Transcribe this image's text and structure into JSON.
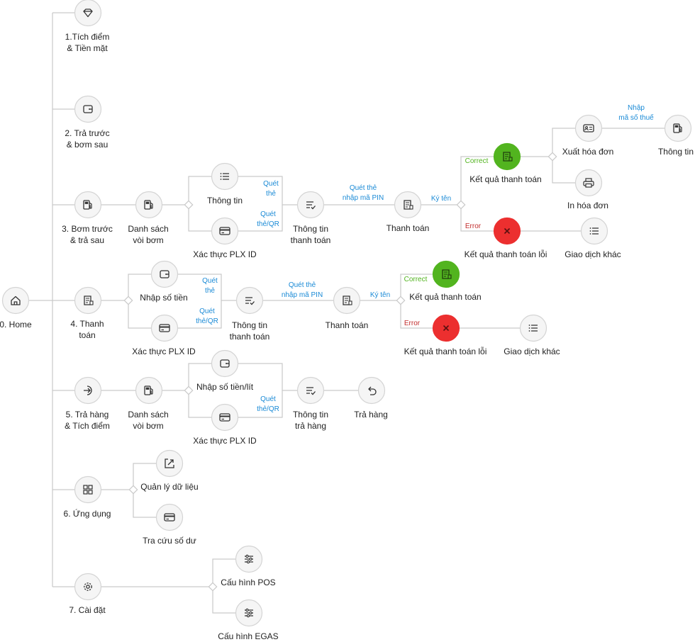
{
  "colors": {
    "success": "#52b41f",
    "error": "#ec2f2f",
    "edge_label": "#1a8ad6",
    "edge": "#c9c9c9",
    "node": "#f5f5f5"
  },
  "nodes": {
    "home": {
      "label": "0. Home",
      "icon": "home-icon"
    },
    "n1": {
      "label": "1.Tích điểm\n& Tiền mặt",
      "icon": "diamond-icon"
    },
    "n2": {
      "label": "2. Trả trước\n& bơm sau",
      "icon": "wallet-icon"
    },
    "n3": {
      "label": "3. Bơm trước\n& trả sau",
      "icon": "fuel-pump-icon"
    },
    "n3_pumps": {
      "label": "Danh sách\nvòi bơm",
      "icon": "fuel-pump-icon"
    },
    "n3_info": {
      "label": "Thông tin",
      "icon": "list-icon"
    },
    "n3_plx": {
      "label": "Xác thực PLX ID",
      "icon": "card-icon"
    },
    "n3_payinfo": {
      "label": "Thông tin\nthanh toán",
      "icon": "checklist-icon"
    },
    "n3_pay": {
      "label": "Thanh toán",
      "icon": "receipt-icon"
    },
    "n3_ok": {
      "label": "Kết quả thanh toán",
      "icon": "receipt-icon"
    },
    "n3_err": {
      "label": "Kết quả thanh toán lỗi",
      "icon": "close-icon"
    },
    "n3_other": {
      "label": "Giao dịch khác",
      "icon": "list-icon"
    },
    "n3_inv": {
      "label": "Xuất hóa đơn",
      "icon": "id-card-icon"
    },
    "n3_print": {
      "label": "In hóa đơn",
      "icon": "printer-icon"
    },
    "n3_infoend": {
      "label": "Thông tin",
      "icon": "fuel-pump-icon"
    },
    "n4": {
      "label": "4. Thanh\ntoán",
      "icon": "receipt-icon"
    },
    "n4_amount": {
      "label": "Nhập số tiền",
      "icon": "wallet-icon"
    },
    "n4_plx": {
      "label": "Xác thực PLX ID",
      "icon": "card-icon"
    },
    "n4_payinfo": {
      "label": "Thông tin\nthanh toán",
      "icon": "checklist-icon"
    },
    "n4_pay": {
      "label": "Thanh toán",
      "icon": "receipt-icon"
    },
    "n4_ok": {
      "label": "Kết quả thanh toán",
      "icon": "receipt-icon"
    },
    "n4_err": {
      "label": "Kết quả thanh toán lỗi",
      "icon": "close-icon"
    },
    "n4_other": {
      "label": "Giao dịch khác",
      "icon": "list-icon"
    },
    "n5": {
      "label": "5. Trả hàng\n& Tích điểm",
      "icon": "return-in-icon"
    },
    "n5_pumps": {
      "label": "Danh sách\nvòi bơm",
      "icon": "fuel-pump-icon"
    },
    "n5_amount": {
      "label": "Nhập số tiền/lít",
      "icon": "wallet-icon"
    },
    "n5_plx": {
      "label": "Xác thực PLX ID",
      "icon": "card-icon"
    },
    "n5_retinfo": {
      "label": "Thông tin\ntrả hàng",
      "icon": "checklist-icon"
    },
    "n5_ret": {
      "label": "Trả hàng",
      "icon": "undo-icon"
    },
    "n6": {
      "label": "6. Ứng dụng",
      "icon": "grid-icon"
    },
    "n6_data": {
      "label": "Quản lý dữ liệu",
      "icon": "upload-icon"
    },
    "n6_balance": {
      "label": "Tra cứu số dư",
      "icon": "card-icon"
    },
    "n7": {
      "label": "7. Cài đặt",
      "icon": "gear-icon"
    },
    "n7_pos": {
      "label": "Cấu hình POS",
      "icon": "sliders-icon"
    },
    "n7_egas": {
      "label": "Cấu hình EGAS",
      "icon": "sliders-icon"
    }
  },
  "edge_labels": {
    "scan_card": "Quét\nthẻ",
    "scan_card_qr": "Quét\nthẻ/QR",
    "scan_pin": "Quét thẻ\nnhập mã PIN",
    "sign": "Ký tên",
    "correct": "Correct",
    "error": "Error",
    "tax_code": "Nhập\nmã số thuế"
  }
}
